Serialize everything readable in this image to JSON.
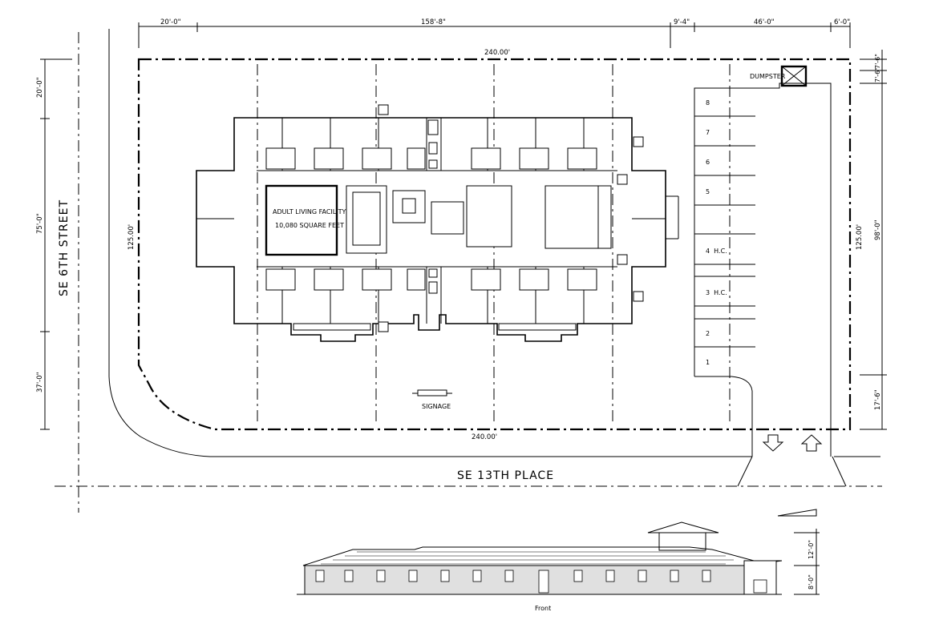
{
  "streets": {
    "west": "SE 6TH STREET",
    "south": "SE 13TH PLACE"
  },
  "dimensions": {
    "top": [
      "20'-0\"",
      "158'-8\"",
      "9'-4\"",
      "46'-0\"",
      "6'-0\""
    ],
    "left": [
      "20'-0\"",
      "75'-0\"",
      "37'-0\""
    ],
    "right": [
      "7'-6\"",
      "7'-6\"",
      "98'-0\"",
      "17'-6\""
    ],
    "site_width_top": "240.00'",
    "site_width_bottom": "240.00'",
    "site_depth_left": "125.00'",
    "site_depth_right": "125.00'",
    "elevation_heights": [
      "12'-0\"",
      "8'-0\""
    ]
  },
  "labels": {
    "facility_line1": "ADULT LIVING FACILITY",
    "facility_line2": "10,080 SQUARE FEET",
    "dumpster": "DUMPSTER",
    "signage": "SIGNAGE",
    "front_caption": "Front"
  },
  "parking": {
    "spaces": [
      "8",
      "7",
      "6",
      "5",
      "4  H.C.",
      "3  H.C.",
      "2",
      "1"
    ]
  },
  "colors": {
    "line": "#000000",
    "background": "#ffffff"
  }
}
